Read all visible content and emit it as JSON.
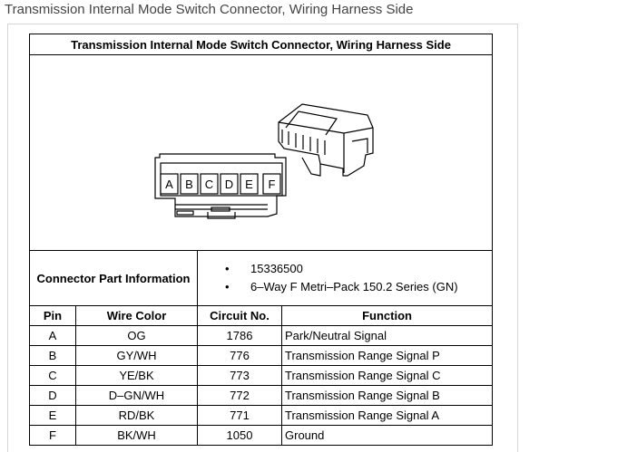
{
  "page": {
    "title": "Transmission Internal Mode Switch Connector, Wiring Harness Side"
  },
  "table": {
    "header": "Transmission Internal Mode Switch Connector, Wiring Harness Side",
    "diagram": {
      "pin_labels": [
        "A",
        "B",
        "C",
        "D",
        "E",
        "F"
      ]
    },
    "connector_info": {
      "label": "Connector Part Information",
      "items": [
        "15336500",
        "6–Way F Metri–Pack 150.2 Series (GN)"
      ],
      "bullet": "•"
    },
    "columns": [
      "Pin",
      "Wire Color",
      "Circuit No.",
      "Function"
    ],
    "rows": [
      {
        "pin": "A",
        "wire_color": "OG",
        "circuit": "1786",
        "function": "Park/Neutral Signal"
      },
      {
        "pin": "B",
        "wire_color": "GY/WH",
        "circuit": "776",
        "function": "Transmission Range Signal P"
      },
      {
        "pin": "C",
        "wire_color": "YE/BK",
        "circuit": "773",
        "function": "Transmission Range Signal C"
      },
      {
        "pin": "D",
        "wire_color": "D–GN/WH",
        "circuit": "772",
        "function": "Transmission Range Signal B"
      },
      {
        "pin": "E",
        "wire_color": "RD/BK",
        "circuit": "771",
        "function": "Transmission Range Signal A"
      },
      {
        "pin": "F",
        "wire_color": "BK/WH",
        "circuit": "1050",
        "function": "Ground"
      }
    ]
  }
}
